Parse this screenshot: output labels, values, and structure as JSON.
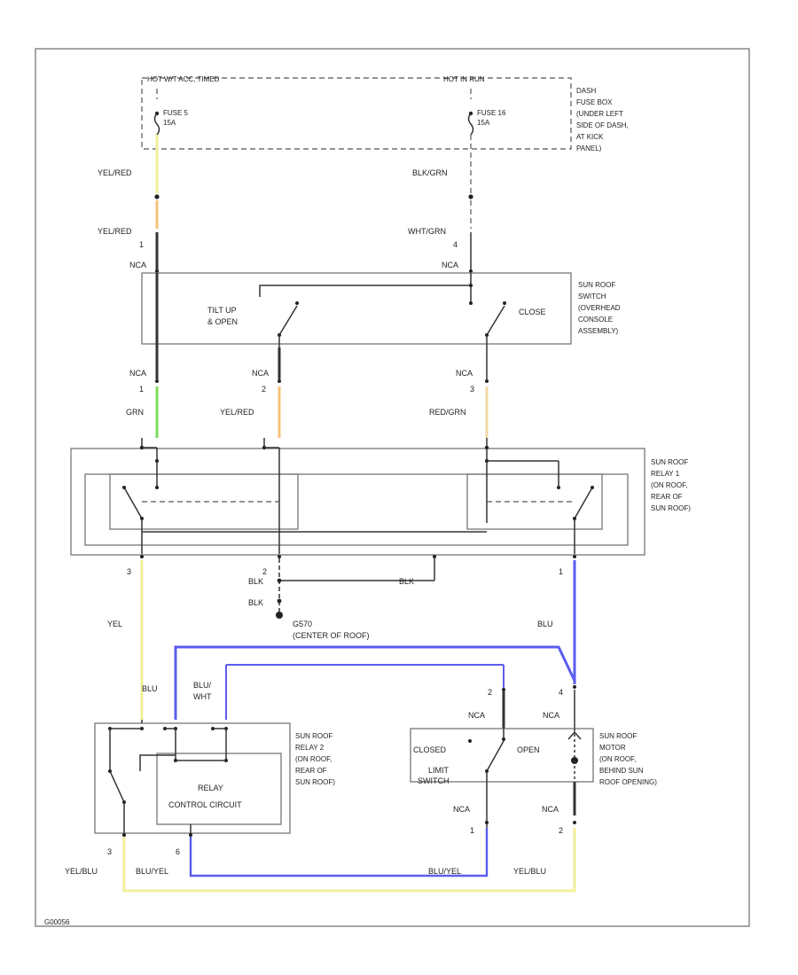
{
  "diagram": {
    "fuse_box": {
      "hot_left": "HOT W/T ACC, TIMED",
      "hot_right": "HOT IN RUN",
      "fuse_left": [
        "FUSE 5",
        "15A"
      ],
      "fuse_right": [
        "FUSE 16",
        "15A"
      ],
      "location": [
        "DASH",
        "FUSE BOX",
        "(UNDER LEFT",
        "SIDE OF DASH,",
        "AT KICK",
        "PANEL)"
      ]
    },
    "wires": {
      "yel_red_1": "YEL/RED",
      "blk_grn_1": "BLK/GRN",
      "yel_red_2": "YEL/RED",
      "pin_1": "1",
      "wht_grn": "WHT/GRN",
      "pin_4": "4",
      "nca_a": "NCA",
      "nca_b": "NCA",
      "nca_c": "NCA",
      "nca_d": "NCA",
      "nca_e": "NCA",
      "pin_sw1": "1",
      "pin_sw2": "2",
      "pin_sw3": "3",
      "grn": "GRN",
      "yel_red_3": "YEL/RED",
      "red_grn": "RED/GRN",
      "relay1_pin3": "3",
      "relay1_pin2": "2",
      "relay1_pin1": "1",
      "blk_1": "BLK",
      "blk_2": "BLK",
      "blk_3": "BLK",
      "yel": "YEL",
      "blu_1": "BLU",
      "blu_2": "BLU",
      "blu_wht": [
        "BLU/",
        "WHT"
      ],
      "motor_pin2": "2",
      "motor_pin4": "4",
      "nca_m1": "NCA",
      "nca_m2": "NCA",
      "nca_m3": "NCA",
      "nca_m4": "NCA",
      "motor_pin1": "1",
      "motor_pin2b": "2",
      "relay2_pin3": "3",
      "relay2_pin6": "6",
      "yel_blu_1": "YEL/BLU",
      "blu_yel_1": "BLU/YEL",
      "blu_yel_2": "BLU/YEL",
      "yel_blu_2": "YEL/BLU"
    },
    "ground": [
      "G570",
      "(CENTER OF ROOF)"
    ],
    "switch": {
      "name": [
        "SUN ROOF",
        "SWITCH",
        "(OVERHEAD",
        "CONSOLE",
        "ASSEMBLY)"
      ],
      "tilt": [
        "TILT UP",
        "& OPEN"
      ],
      "close": "CLOSE"
    },
    "relay1": {
      "name": [
        "SUN ROOF",
        "RELAY 1",
        "(ON ROOF,",
        "REAR OF",
        "SUN ROOF)"
      ]
    },
    "relay2": {
      "name": [
        "SUN ROOF",
        "RELAY 2",
        "(ON ROOF,",
        "REAR OF",
        "SUN ROOF)"
      ],
      "control": [
        "RELAY",
        "CONTROL CIRCUIT"
      ]
    },
    "motor": {
      "name": [
        "SUN ROOF",
        "MOTOR",
        "(ON ROOF,",
        "BEHIND SUN",
        "ROOF OPENING)"
      ],
      "closed": "CLOSED",
      "open": "OPEN",
      "limit": [
        "LIMIT",
        "SWITCH"
      ]
    },
    "figure_id": "G00056"
  },
  "colors": {
    "yellow": "#f2ef98",
    "orange": "#f6c27a",
    "green": "#7ddc5a",
    "blue": "#5c5cf0",
    "tan": "#f0d9a6"
  }
}
